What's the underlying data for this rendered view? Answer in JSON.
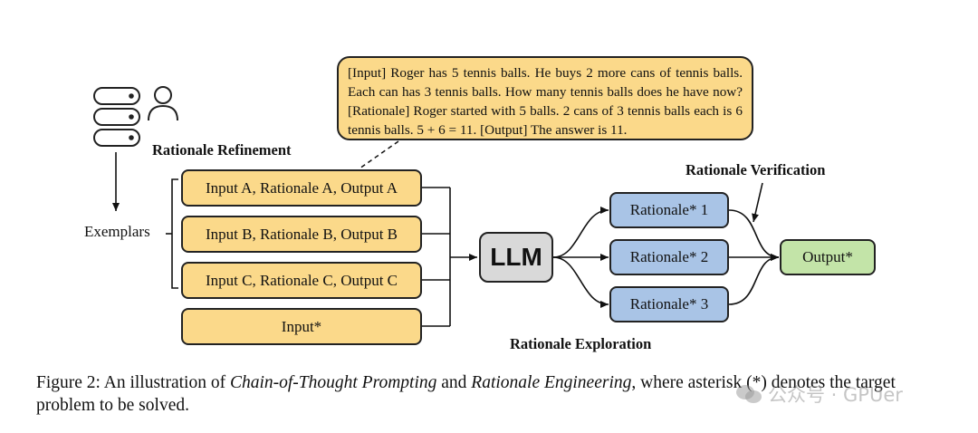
{
  "bubble": {
    "text": "[Input] Roger has 5 tennis balls. He buys 2 more cans of tennis balls. Each can has 3 tennis balls. How many tennis balls does he have now? [Rationale] Roger started with 5 balls. 2 cans of 3 tennis balls each is 6 tennis balls. 5 + 6 = 11. [Output] The answer is 11."
  },
  "labels": {
    "rationale_refinement": "Rationale Refinement",
    "rationale_verification": "Rationale Verification",
    "rationale_exploration": "Rationale Exploration",
    "exemplars": "Exemplars"
  },
  "inputs": [
    "Input A, Rationale A, Output A",
    "Input B, Rationale B, Output B",
    "Input C, Rationale C, Output C",
    "Input*"
  ],
  "llm": "LLM",
  "rationales": [
    "Rationale* 1",
    "Rationale* 2",
    "Rationale* 3"
  ],
  "output": "Output*",
  "caption": {
    "prefix": "Figure 2: An illustration of ",
    "term1": "Chain-of-Thought Prompting",
    "mid": " and ",
    "term2": "Rationale Engineering",
    "suffix": ", where asterisk (*) denotes the target problem to be solved."
  },
  "watermark": "公众号 · GPUer",
  "icons": [
    "database-icon",
    "user-icon",
    "wechat-icon"
  ],
  "colors": {
    "input_box": "#fbd98a",
    "rationale_box": "#a9c4e6",
    "output_box": "#c3e4a8",
    "llm_box": "#d9d9d9"
  }
}
